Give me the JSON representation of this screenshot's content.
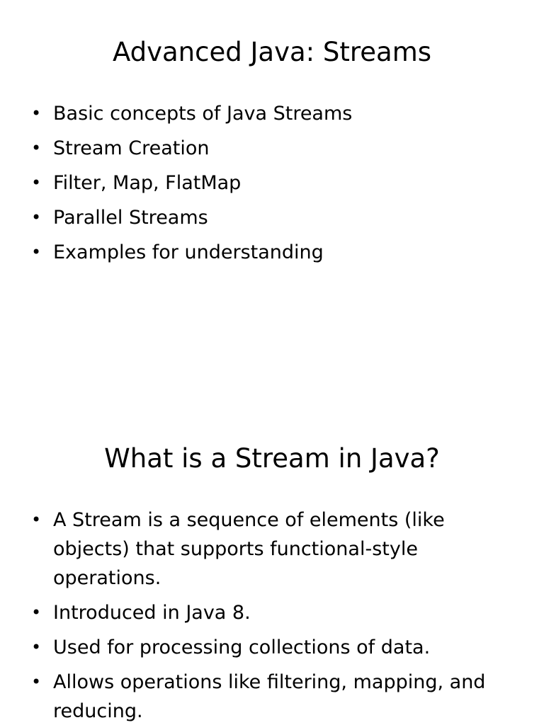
{
  "slides": [
    {
      "title": "Advanced Java: Streams",
      "bullets": [
        "Basic concepts of Java Streams",
        "Stream Creation",
        "Filter, Map, FlatMap",
        "Parallel Streams",
        "Examples for understanding"
      ]
    },
    {
      "title": "What is a Stream in Java?",
      "bullets": [
        "A Stream is a sequence of elements (like objects) that supports functional-style operations.",
        "Introduced in Java 8.",
        "Used for processing collections of data.",
        "Allows operations like filtering, mapping, and reducing."
      ]
    }
  ],
  "bullet_glyph": "•"
}
